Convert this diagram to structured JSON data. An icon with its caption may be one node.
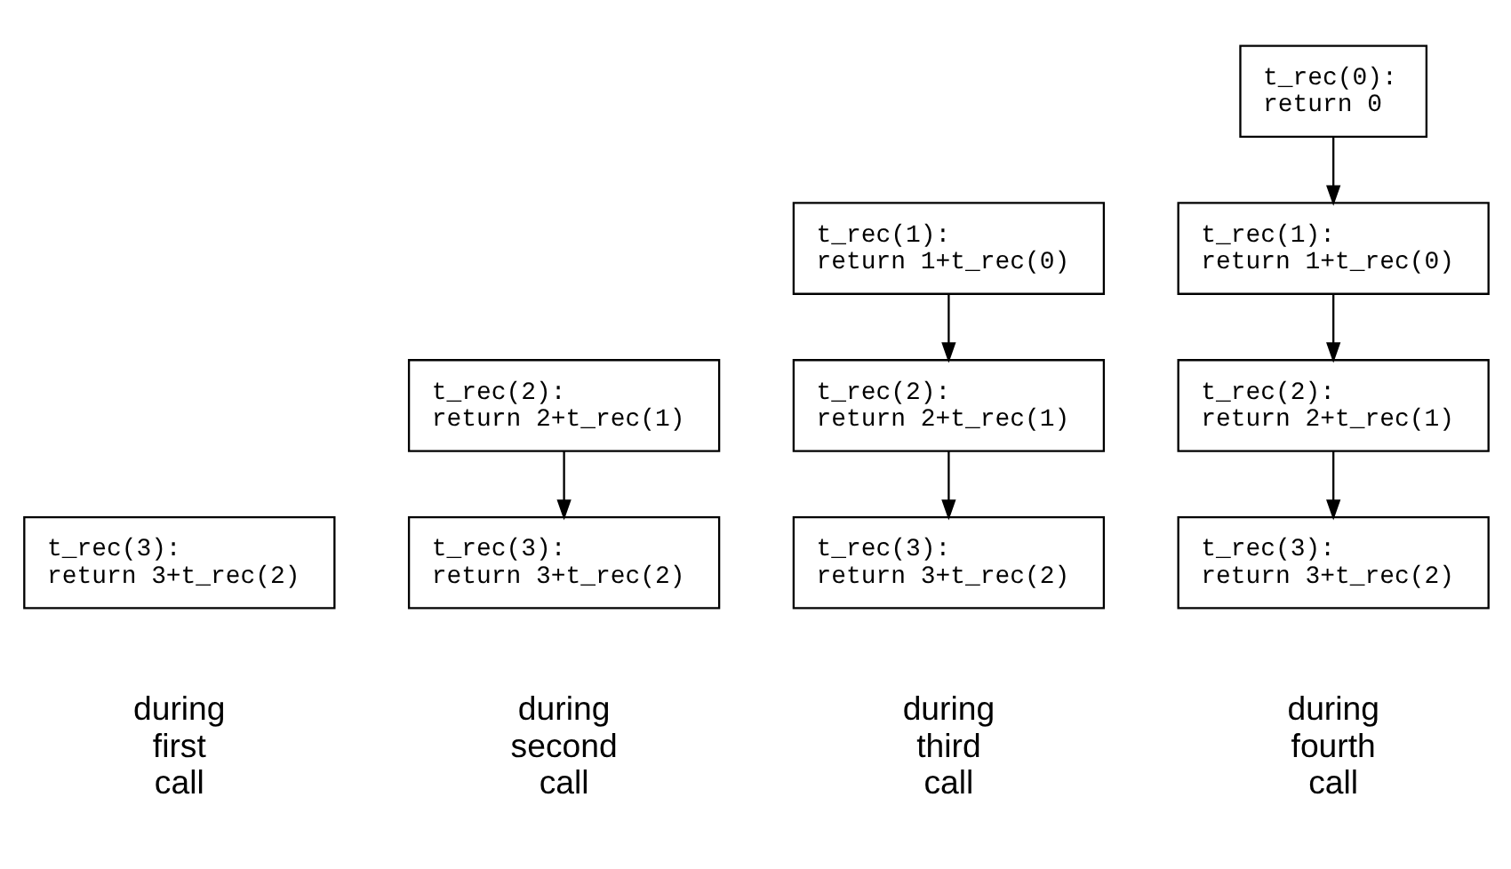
{
  "diagram": {
    "nodes": [
      {
        "text": [
          "t_rec(3):",
          "return 3+t_rec(2)"
        ]
      },
      {
        "text": [
          "t_rec(2):",
          "return 2+t_rec(1)"
        ]
      },
      {
        "text": [
          "t_rec(3):",
          "return 3+t_rec(2)"
        ]
      },
      {
        "text": [
          "t_rec(1):",
          "return 1+t_rec(0)"
        ]
      },
      {
        "text": [
          "t_rec(2):",
          "return 2+t_rec(1)"
        ]
      },
      {
        "text": [
          "t_rec(3):",
          "return 3+t_rec(2)"
        ]
      },
      {
        "text": [
          "t_rec(0):",
          "return 0"
        ]
      },
      {
        "text": [
          "t_rec(1):",
          "return 1+t_rec(0)"
        ]
      },
      {
        "text": [
          "t_rec(2):",
          "return 2+t_rec(1)"
        ]
      },
      {
        "text": [
          "t_rec(3):",
          "return 3+t_rec(2)"
        ]
      }
    ],
    "edges": [
      {
        "from": 1,
        "to": 2,
        "arrow": "to"
      },
      {
        "from": 3,
        "to": 4,
        "arrow": "to"
      },
      {
        "from": 4,
        "to": 5,
        "arrow": "to"
      },
      {
        "from": 6,
        "to": 7,
        "arrow": "to"
      },
      {
        "from": 7,
        "to": 8,
        "arrow": "to"
      },
      {
        "from": 8,
        "to": 9,
        "arrow": "to"
      }
    ],
    "labels": [
      "during first call",
      "during second call",
      "during third call",
      "during fourth call"
    ]
  }
}
